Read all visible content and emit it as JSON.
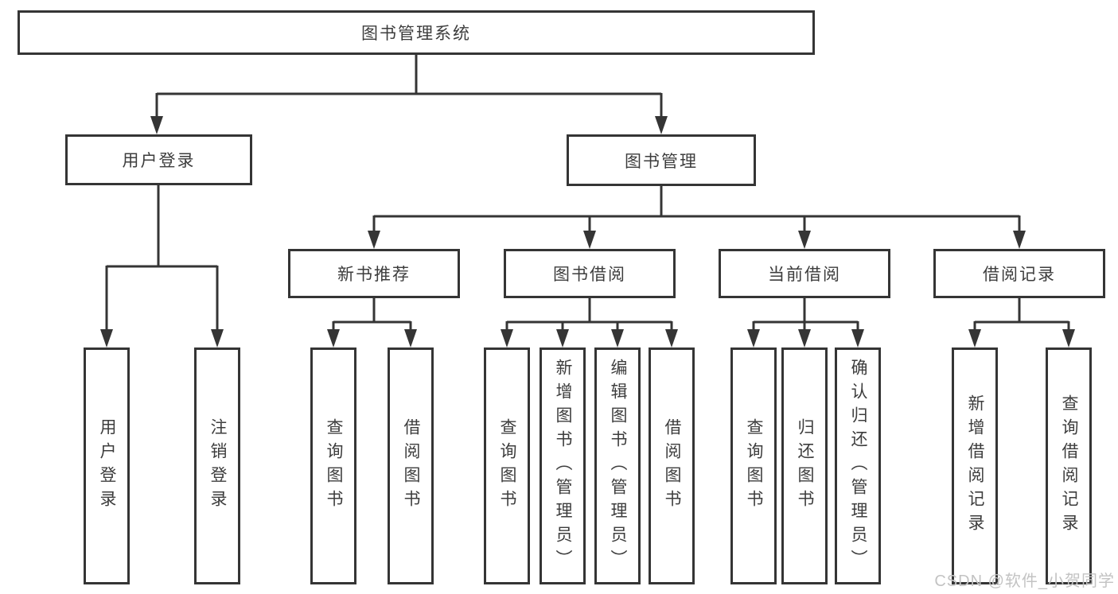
{
  "diagram": {
    "root": "图书管理系统",
    "level2": {
      "user_login": "用户登录",
      "book_management": "图书管理"
    },
    "level3": {
      "new_book_recommend": "新书推荐",
      "book_borrow": "图书借阅",
      "current_borrow": "当前借阅",
      "borrow_records": "借阅记录"
    },
    "leaves": {
      "user_login_children": [
        "用户登录",
        "注销登录"
      ],
      "new_book_children": [
        "查询图书",
        "借阅图书"
      ],
      "book_borrow_children": [
        "查询图书",
        "新增图书（管理员）",
        "编辑图书（管理员）",
        "借阅图书"
      ],
      "current_borrow_children": [
        "查询图书",
        "归还图书",
        "确认归还（管理员）"
      ],
      "borrow_records_children": [
        "新增借阅记录",
        "查询借阅记录"
      ]
    }
  },
  "watermark": "CSDN @软件_小贺同学",
  "colors": {
    "line": "#353535",
    "text": "#3d3d3d",
    "watermark": "#c3c3c3",
    "background": "#ffffff"
  }
}
